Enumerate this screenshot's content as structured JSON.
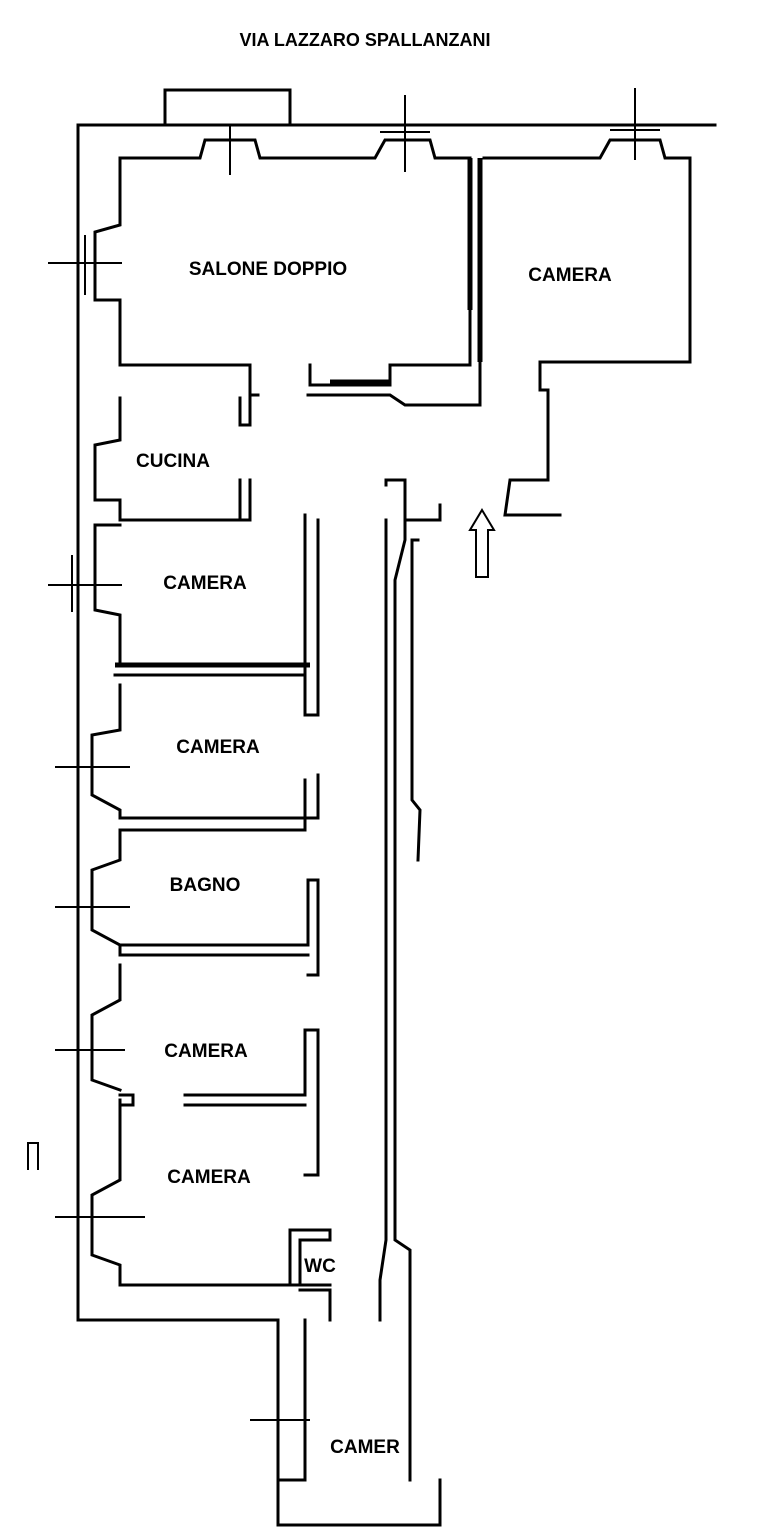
{
  "street_name": "VIA LAZZARO SPALLANZANI",
  "rooms": {
    "salone_doppio": "SALONE DOPPIO",
    "camera_top_right": "CAMERA",
    "cucina": "CUCINA",
    "camera_1": "CAMERA",
    "camera_2": "CAMERA",
    "bagno": "BAGNO",
    "camera_3": "CAMERA",
    "camera_4": "CAMERA",
    "wc": "WC",
    "camer": "CAMER"
  },
  "entrance_marker": "arrow-up-icon",
  "colors": {
    "line": "#000000",
    "background": "#ffffff"
  }
}
